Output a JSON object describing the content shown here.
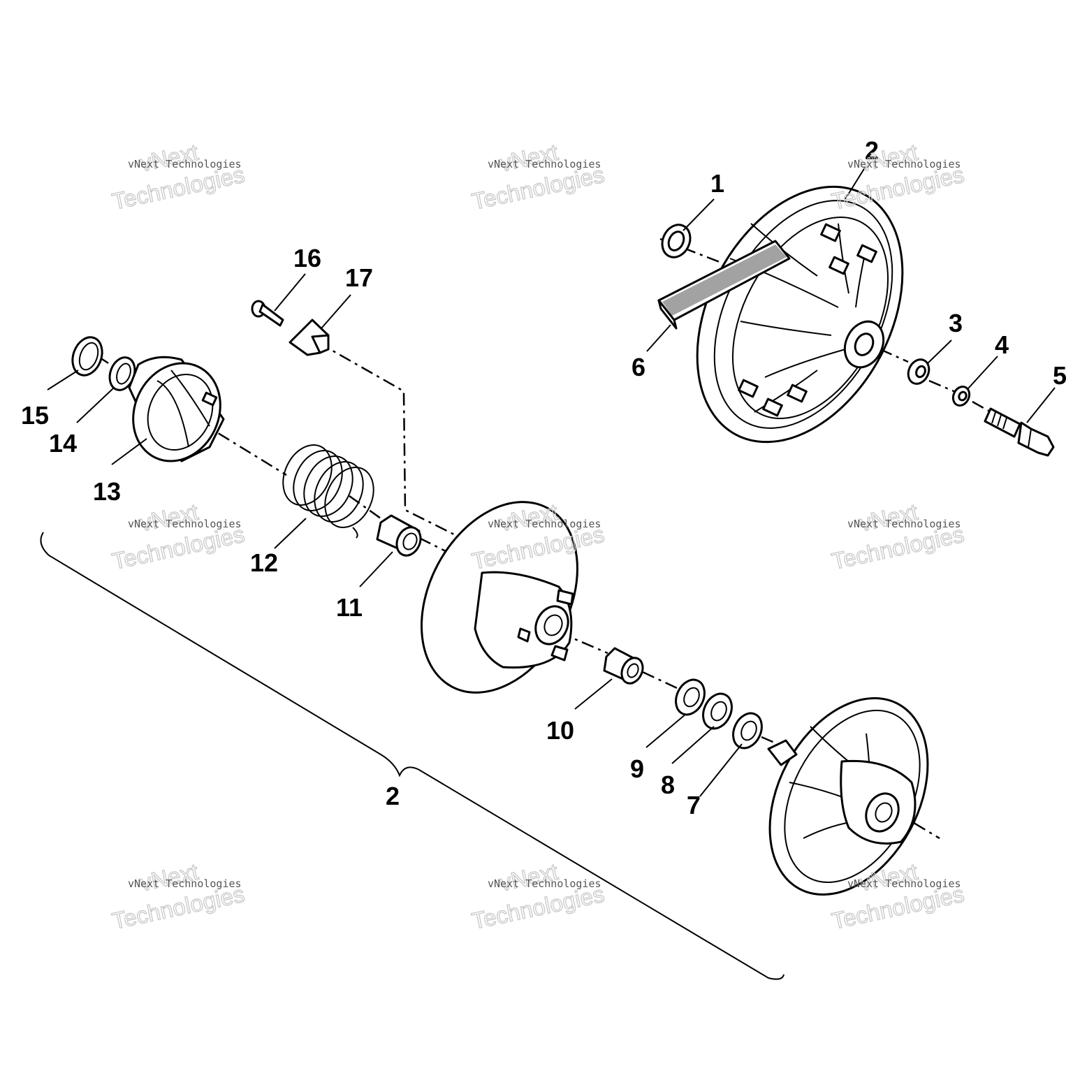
{
  "callouts": {
    "c1": "1",
    "c2_top": "2",
    "c3": "3",
    "c4": "4",
    "c5": "5",
    "c6": "6",
    "c7": "7",
    "c8": "8",
    "c9": "9",
    "c10": "10",
    "c11": "11",
    "c12": "12",
    "c13": "13",
    "c14": "14",
    "c15": "15",
    "c16": "16",
    "c17": "17",
    "c2_bracket": "2"
  },
  "watermark": {
    "brand_line": "vNext",
    "company_line": "vNext Technologies",
    "word_line": "Technologies"
  }
}
